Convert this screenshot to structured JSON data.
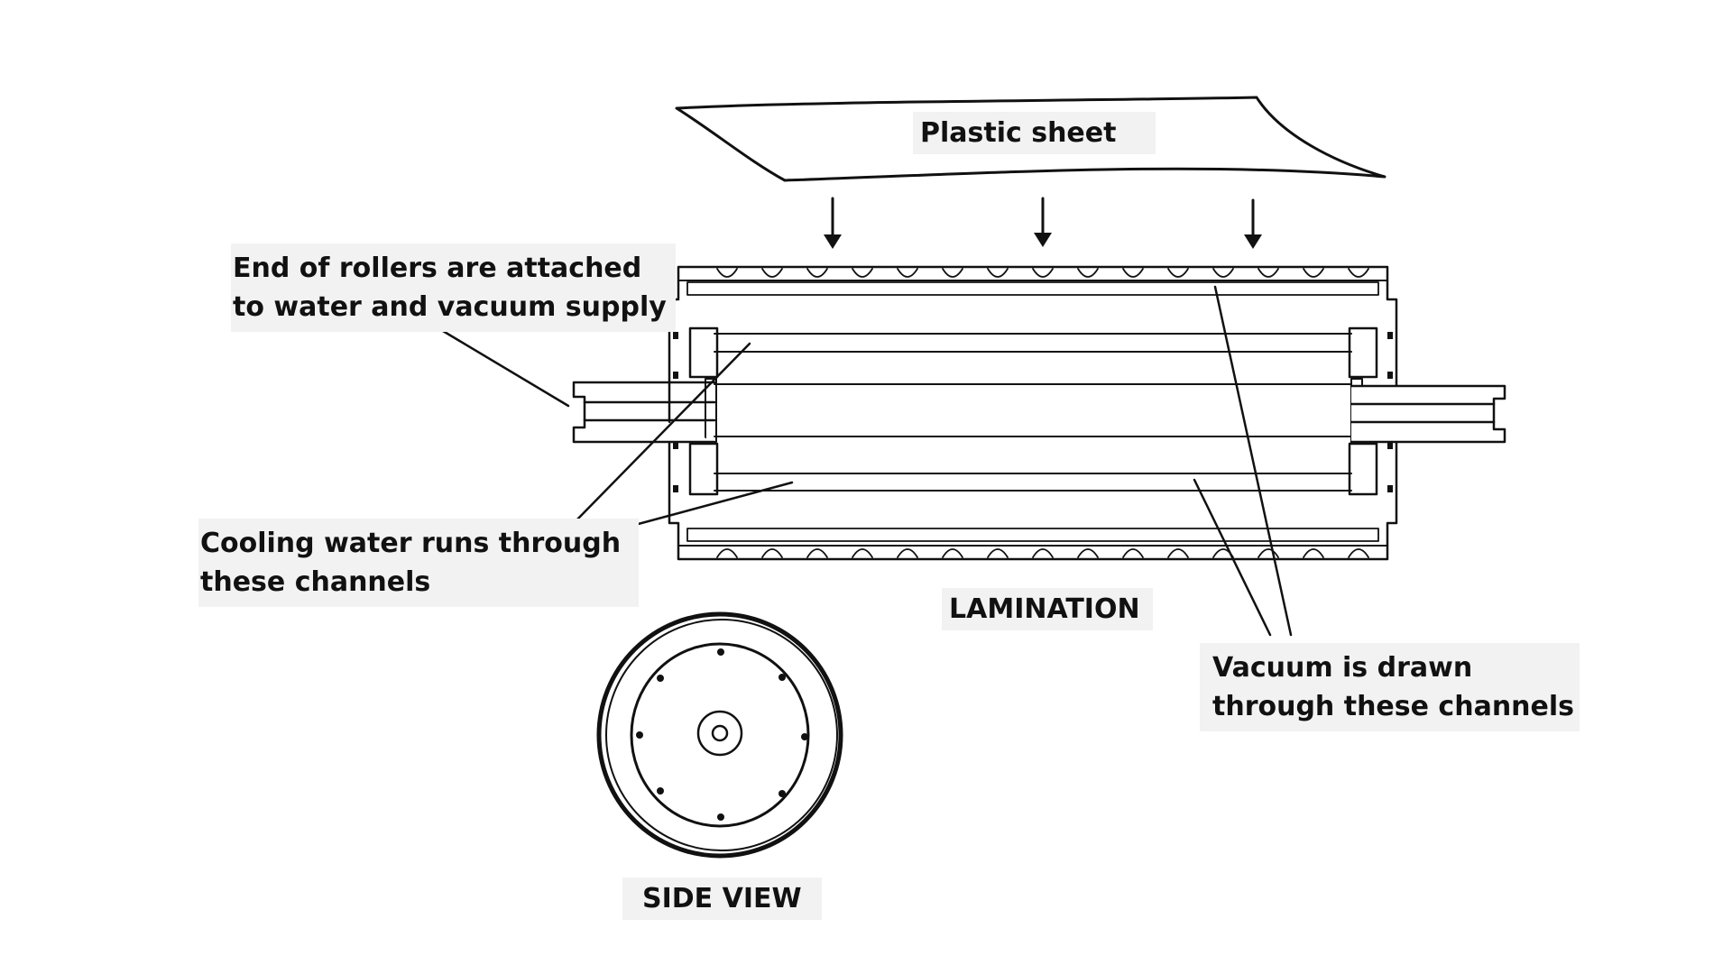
{
  "labels": {
    "plastic_sheet": "Plastic sheet",
    "end_rollers": [
      "End of rollers are attached",
      "to water and vacuum supply"
    ],
    "cooling": [
      "Cooling water runs through",
      "these channels"
    ],
    "lamination": "LAMINATION",
    "vacuum": [
      "Vacuum is drawn",
      "through these channels"
    ],
    "side_view": "SIDE VIEW"
  },
  "colors": {
    "ink": "#111111",
    "label_background": "#f2f2f2",
    "background": "#ffffff"
  }
}
